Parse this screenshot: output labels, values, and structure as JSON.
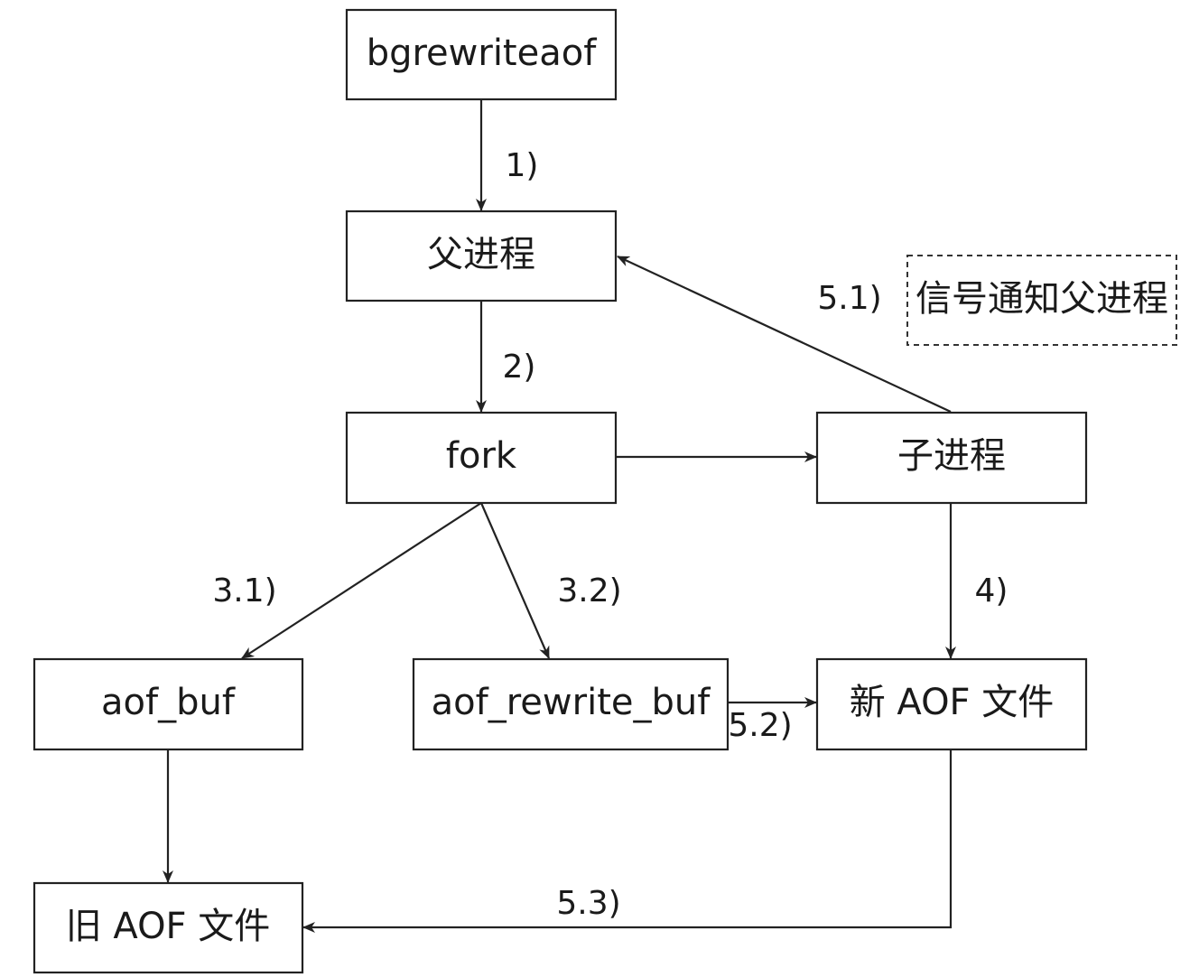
{
  "nodes": {
    "bgrewriteaof": "bgrewriteaof",
    "parent": "父进程",
    "fork": "fork",
    "child": "子进程",
    "aof_buf": "aof_buf",
    "aof_rewrite_buf": "aof_rewrite_buf",
    "new_aof": "新 AOF 文件",
    "old_aof": "旧 AOF 文件"
  },
  "note": "信号通知父进程",
  "edges": {
    "e1": "1)",
    "e2": "2)",
    "e3_1": "3.1)",
    "e3_2": "3.2)",
    "e4": "4)",
    "e5_1": "5.1)",
    "e5_2": "5.2)",
    "e5_3": "5.3)"
  },
  "colors": {
    "stroke": "#222222",
    "text": "#1a1a1a",
    "background": "#ffffff"
  }
}
